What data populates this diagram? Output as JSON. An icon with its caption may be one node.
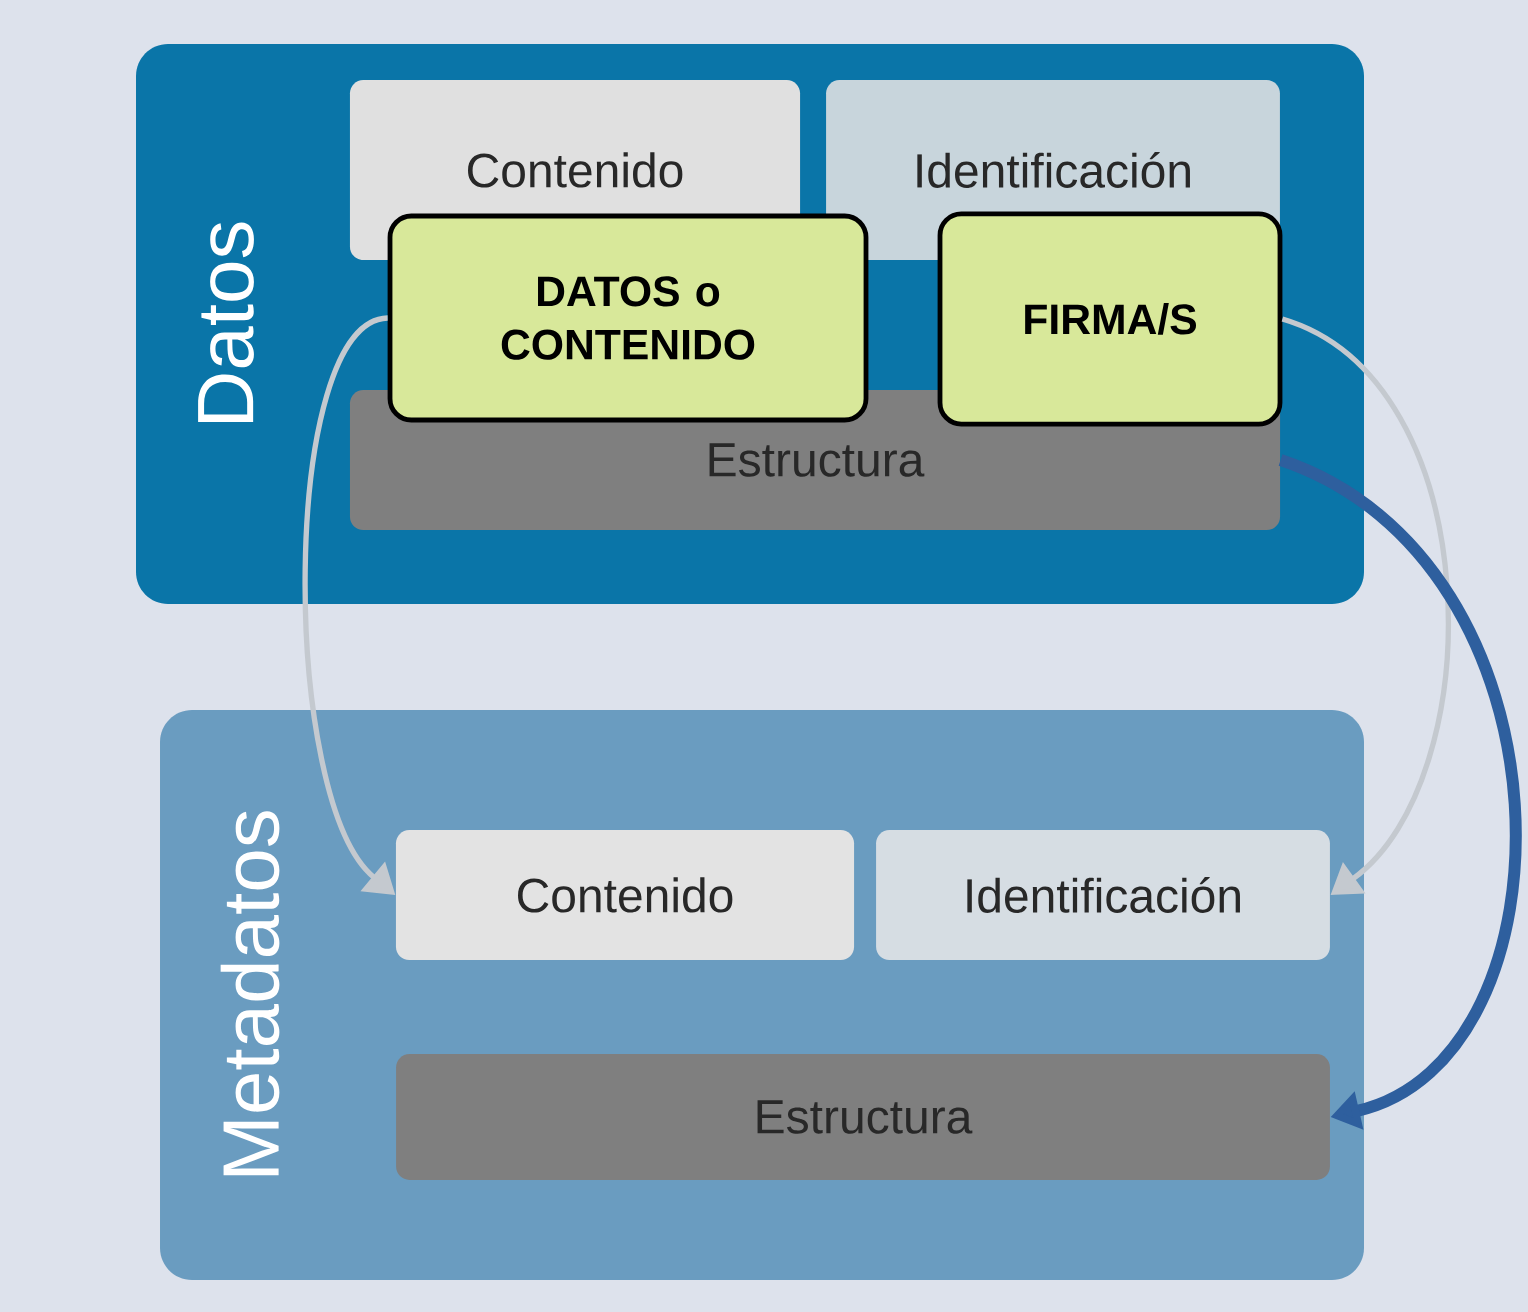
{
  "diagram": {
    "nodes": [
      {
        "text": [
          "Datos"
        ]
      },
      {
        "text": [
          "Contenido"
        ],
        "in": 0
      },
      {
        "text": [
          "Identificación"
        ],
        "in": 0
      },
      {
        "text": [
          "Estructura"
        ],
        "in": 0
      },
      {
        "text": [
          "DATOS o CONTENIDO"
        ],
        "in": 0
      },
      {
        "text": [
          "FIRMA/S"
        ],
        "in": 0
      },
      {
        "text": [
          "Metadatos"
        ]
      },
      {
        "text": [
          "Contenido"
        ],
        "in": 6
      },
      {
        "text": [
          "Identificación"
        ],
        "in": 6
      },
      {
        "text": [
          "Estructura"
        ],
        "in": 6
      }
    ],
    "edges": [
      {
        "from": 4,
        "to": 7,
        "arrow": "to"
      },
      {
        "from": 5,
        "to": 8,
        "arrow": "to"
      },
      {
        "from": 3,
        "to": 9,
        "arrow": "to",
        "style": "thick",
        "color": "#2e5f9e"
      }
    ]
  }
}
